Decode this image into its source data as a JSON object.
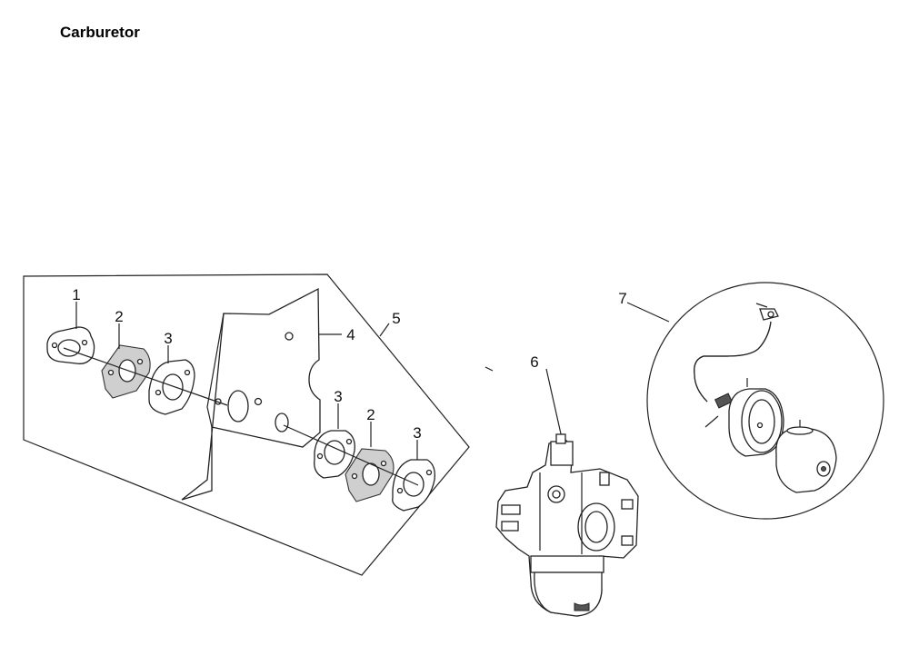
{
  "page": {
    "title": "Carburetor"
  },
  "callouts": {
    "c1": "1",
    "c2a": "2",
    "c3a": "3",
    "c4": "4",
    "c5": "5",
    "c3b": "3",
    "c2b": "2",
    "c3c": "3",
    "c6": "6",
    "c7": "7"
  }
}
